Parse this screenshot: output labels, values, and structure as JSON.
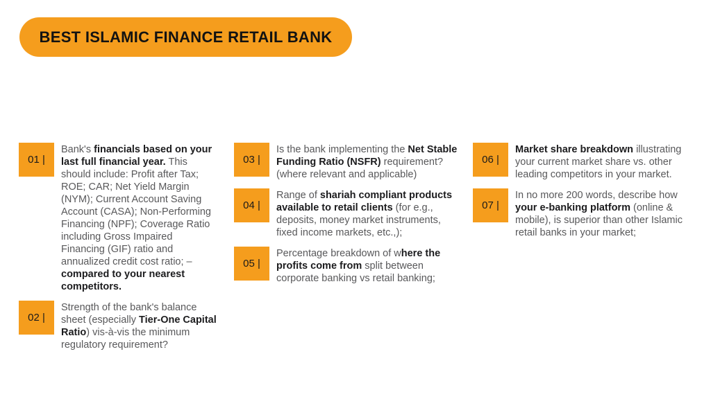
{
  "title": "BEST ISLAMIC FINANCE RETAIL BANK",
  "colors": {
    "accent_orange": "#F59D1D",
    "body_text_gray": "#58585a",
    "emphasis_text_black": "#1c1c1e"
  },
  "items": [
    {
      "badge_label": "01 |",
      "column": 1,
      "segments": [
        {
          "text": "Bank's ",
          "bold": false
        },
        {
          "text": "financials based on your last full financial year.",
          "bold": true
        },
        {
          "text": " This should include: Profit after Tax; ROE; CAR; Net Yield Margin (NYM); Current Account Saving Account (CASA); Non-Performing Financing (NPF); Coverage Ratio including Gross Impaired Financing (GIF) ratio and annualized credit cost ratio; – ",
          "bold": false
        },
        {
          "text": "compared to your nearest competitors.",
          "bold": true
        }
      ]
    },
    {
      "badge_label": "02 |",
      "column": 1,
      "segments": [
        {
          "text": "Strength of the bank's balance sheet (especially ",
          "bold": false
        },
        {
          "text": "Tier-One Capital Ratio",
          "bold": true
        },
        {
          "text": ") vis-à-vis the minimum regulatory requirement?",
          "bold": false
        }
      ]
    },
    {
      "badge_label": "03 |",
      "column": 2,
      "segments": [
        {
          "text": "Is the bank implementing the ",
          "bold": false
        },
        {
          "text": "Net Stable Funding Ratio (NSFR)",
          "bold": true
        },
        {
          "text": " requirement? (where relevant and applicable)",
          "bold": false
        }
      ]
    },
    {
      "badge_label": "04 |",
      "column": 2,
      "segments": [
        {
          "text": "Range of ",
          "bold": false
        },
        {
          "text": "shariah compliant products available to retail clients",
          "bold": true
        },
        {
          "text": " (for e.g., deposits, money market instruments, fixed income markets, etc.,);",
          "bold": false
        }
      ]
    },
    {
      "badge_label": "05 |",
      "column": 2,
      "segments": [
        {
          "text": "Percentage breakdown of w",
          "bold": false
        },
        {
          "text": "here the profits come from",
          "bold": true
        },
        {
          "text": " split between corporate banking vs retail banking;",
          "bold": false
        }
      ]
    },
    {
      "badge_label": "06 |",
      "column": 3,
      "segments": [
        {
          "text": "Market share breakdown",
          "bold": true
        },
        {
          "text": " illustrating your current market share vs. other leading competitors in your market.",
          "bold": false
        }
      ]
    },
    {
      "badge_label": "07 |",
      "column": 3,
      "segments": [
        {
          "text": "In no more 200 words, describe how ",
          "bold": false
        },
        {
          "text": "your e-banking platform",
          "bold": true
        },
        {
          "text": " (online & mobile), is superior than other Islamic retail banks in your market;",
          "bold": false
        }
      ]
    }
  ]
}
